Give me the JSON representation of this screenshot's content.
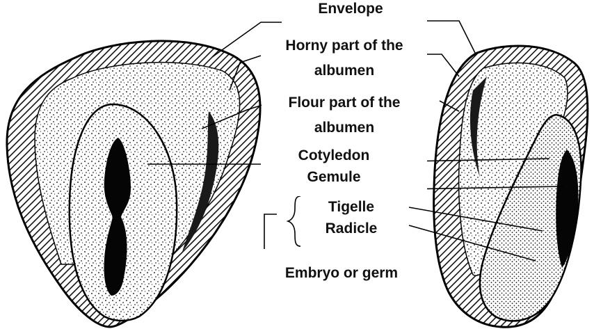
{
  "labels": {
    "envelope": "Envelope",
    "horny_line1": "Horny part of the",
    "horny_line2": "albumen",
    "flour_line1": "Flour part of the",
    "flour_line2": "albumen",
    "cotyledon": "Cotyledon",
    "gemule": "Gemule",
    "tigelle": "Tigelle",
    "radicle": "Radicle",
    "embryo": "Embryo or germ"
  }
}
